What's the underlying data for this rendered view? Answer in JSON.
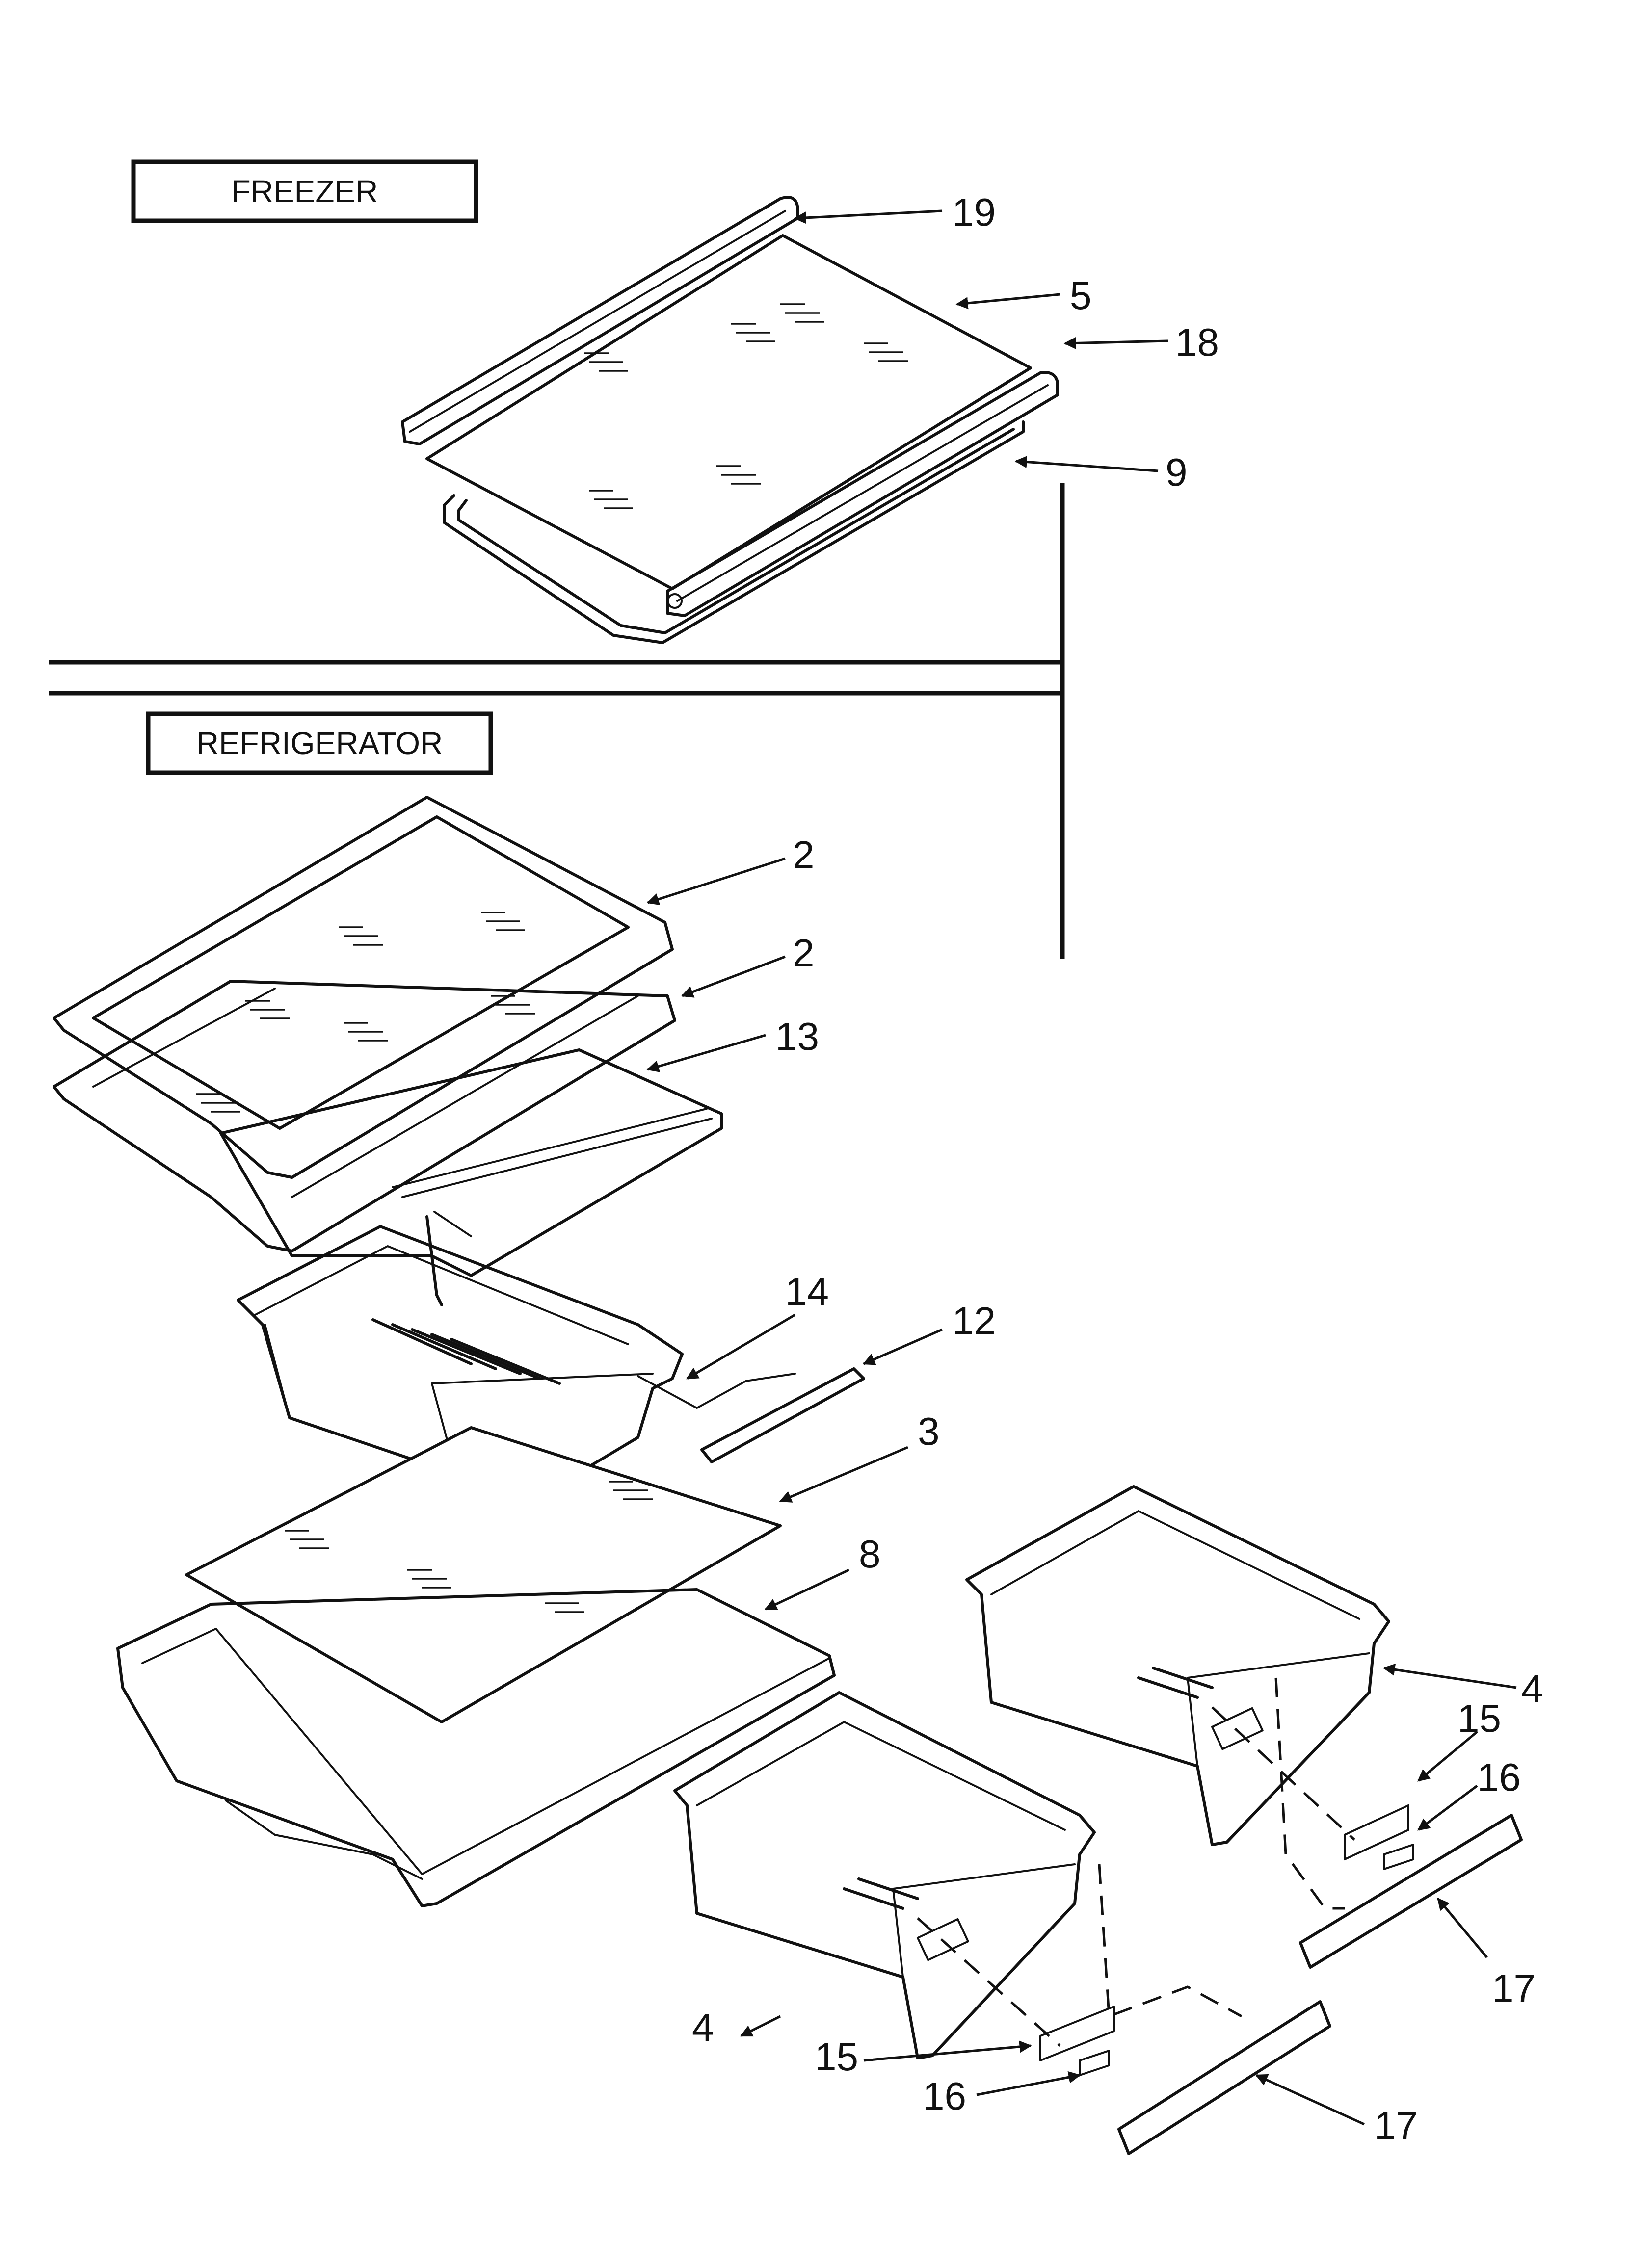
{
  "sections": {
    "freezer": "FREEZER",
    "refrigerator": "REFRIGERATOR"
  },
  "callouts": [
    {
      "id": "c19",
      "label": "19"
    },
    {
      "id": "c5",
      "label": "5"
    },
    {
      "id": "c18",
      "label": "18"
    },
    {
      "id": "c9",
      "label": "9"
    },
    {
      "id": "c2a",
      "label": "2"
    },
    {
      "id": "c2b",
      "label": "2"
    },
    {
      "id": "c13",
      "label": "13"
    },
    {
      "id": "c14",
      "label": "14"
    },
    {
      "id": "c12",
      "label": "12"
    },
    {
      "id": "c3",
      "label": "3"
    },
    {
      "id": "c8",
      "label": "8"
    },
    {
      "id": "c4a",
      "label": "4"
    },
    {
      "id": "c15a",
      "label": "15"
    },
    {
      "id": "c16a",
      "label": "16"
    },
    {
      "id": "c17a",
      "label": "17"
    },
    {
      "id": "c4b",
      "label": "4"
    },
    {
      "id": "c15b",
      "label": "15"
    },
    {
      "id": "c16b",
      "label": "16"
    },
    {
      "id": "c17b",
      "label": "17"
    }
  ]
}
